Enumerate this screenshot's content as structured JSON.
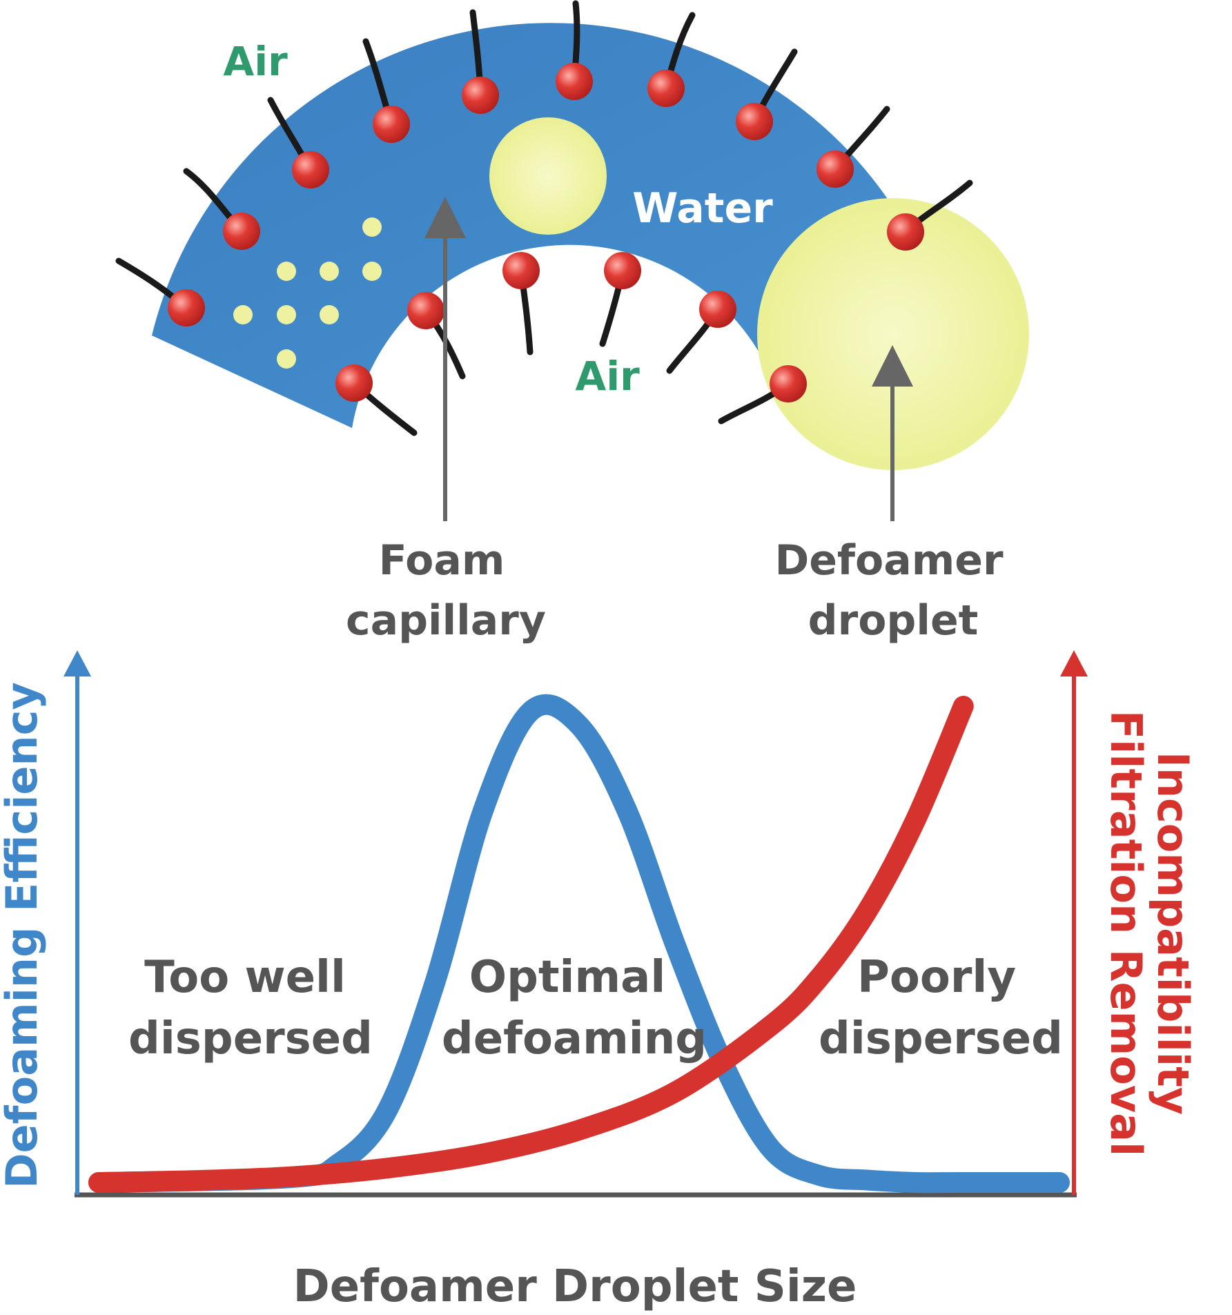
{
  "diagram": {
    "labels": {
      "air_top": "Air",
      "air_bottom": "Air",
      "water": "Water",
      "foam_capillary": [
        "Foam",
        "capillary"
      ],
      "defoamer_droplet": [
        "Defoamer",
        "droplet"
      ]
    }
  },
  "chart": {
    "xlabel": "Defoamer Droplet Size",
    "ylabel_left": "Defoaming Efficiency",
    "ylabel_right": [
      "Incompatibility",
      "Filtration Removal"
    ],
    "regions": {
      "left": [
        "Too well",
        "dispersed"
      ],
      "center": [
        "Optimal",
        "defoaming"
      ],
      "right": [
        "Poorly",
        "dispersed"
      ]
    }
  },
  "colors": {
    "water": "#3f87c8",
    "defoamer": "#eef2a0",
    "surfactant_head": "#d6322e",
    "tail": "#1a1a1a",
    "efficiency_curve": "#3f87c8",
    "incompatibility_curve": "#d6322e",
    "text": "#555555",
    "air_text": "#2e9a6e"
  },
  "chart_data": {
    "type": "line",
    "xlabel": "Defoamer Droplet Size",
    "ylabel": "Defoaming Efficiency",
    "ylabel_right": "Incompatibility Filtration Removal",
    "xlim": [
      0,
      1
    ],
    "ylim": [
      0,
      1
    ],
    "series": [
      {
        "name": "Defoaming Efficiency",
        "x": [
          0.0,
          0.2,
          0.25,
          0.3,
          0.35,
          0.4,
          0.45,
          0.5,
          0.55,
          0.6,
          0.65,
          0.7,
          0.75,
          0.8,
          0.85,
          0.9,
          1.0
        ],
        "y": [
          0.0,
          0.01,
          0.04,
          0.15,
          0.42,
          0.78,
          0.99,
          0.96,
          0.78,
          0.5,
          0.25,
          0.07,
          0.015,
          0.005,
          0.0,
          0.0,
          0.0
        ]
      },
      {
        "name": "Incompatibility Filtration Removal",
        "x": [
          0.0,
          0.1,
          0.2,
          0.3,
          0.4,
          0.5,
          0.6,
          0.7,
          0.75,
          0.8,
          0.85,
          0.9
        ],
        "y": [
          0.0,
          0.004,
          0.012,
          0.03,
          0.06,
          0.11,
          0.19,
          0.33,
          0.43,
          0.57,
          0.76,
          1.0
        ]
      }
    ]
  }
}
